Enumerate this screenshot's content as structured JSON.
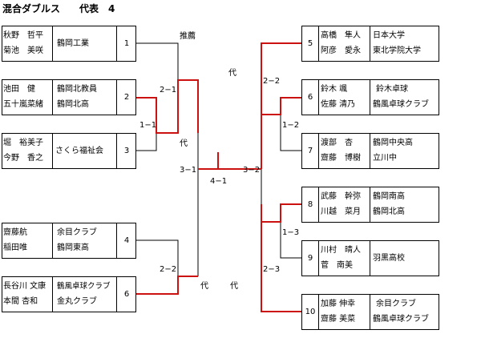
{
  "title": "混合ダブルス　　代表　4",
  "entries": [
    {
      "seed": "1",
      "player1": "秋野　哲平",
      "player2": "菊池　美咲",
      "club1": "鶴岡工業",
      "club2": ""
    },
    {
      "seed": "2",
      "player1": "池田　健",
      "player2": "五十嵐菜緒",
      "club1": "鶴岡北教員",
      "club2": "鶴岡北高"
    },
    {
      "seed": "3",
      "player1": "堀　裕美子",
      "player2": "今野　香之",
      "club1": "さくら福祉会",
      "club2": ""
    },
    {
      "seed": "4",
      "player1": "齋藤航",
      "player2": "稲田唯",
      "club1": "余目クラブ",
      "club2": "鶴岡東高"
    },
    {
      "seed": "6",
      "player1": "長谷川 文康",
      "player2": "本間 杏和",
      "club1": "鶴風卓球クラブ",
      "club2": "金丸クラブ"
    },
    {
      "seed": "5",
      "player1": "高橋　隼人",
      "player2": "阿彦　愛永",
      "club1": "日本大学",
      "club2": "東北学院大学"
    },
    {
      "seed": "6",
      "player1": "鈴木 颯",
      "player2": "佐藤 清乃",
      "club1": "鈴木卓球",
      "club2": "鶴風卓球クラブ"
    },
    {
      "seed": "7",
      "player1": "渡部　杏",
      "player2": "齋藤　博樹",
      "club1": "鶴岡中央高",
      "club2": "立川中"
    },
    {
      "seed": "8",
      "player1": "武藤　幹弥",
      "player2": "川越　菜月",
      "club1": "鶴岡南高",
      "club2": "鶴岡北高"
    },
    {
      "seed": "9",
      "player1": "川村　晴人",
      "player2": "菅　南美",
      "club1": "羽黒高校",
      "club2": ""
    },
    {
      "seed": "10",
      "player1": "加藤 伸幸",
      "player2": "齋藤 美菜",
      "club1": "余目クラブ",
      "club2": "鶴風卓球クラブ"
    }
  ],
  "labels": {
    "suisen": "推薦",
    "l_2_1": "2−1",
    "l_1_1": "1−1",
    "dai_left_mid": "代",
    "l_3_1": "3−1",
    "l_4_1": "4−1",
    "l_3_2": "3−2",
    "dai_right_top": "代",
    "l_2_2_right": "2−2",
    "l_1_2": "1−2",
    "l_1_3": "1−3",
    "l_2_3": "2−3",
    "l_2_2_left": "2−2",
    "dai_bottom_left": "代",
    "dai_bottom_right": "代"
  },
  "colors": {
    "winner_line": "#cc1111",
    "line": "#000000"
  }
}
